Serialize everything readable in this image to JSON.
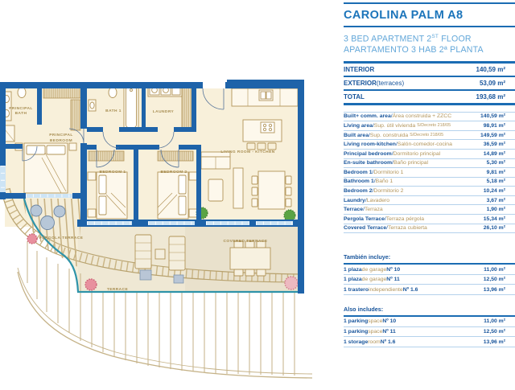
{
  "header": {
    "title": "CAROLINA PALM A8",
    "subtitle_en_pre": "3 BED APARTMENT 2",
    "subtitle_en_sup": "ST",
    "subtitle_en_post": " FLOOR",
    "subtitle_es": "APARTAMENTO 3 HAB 2ª PLANTA"
  },
  "summary": {
    "rows": [
      {
        "label": "INTERIOR",
        "suffix": "",
        "value": "140,59 m²"
      },
      {
        "label": "EXTERIOR",
        "suffix": " (terraces)",
        "value": "53,09 m²"
      },
      {
        "label": "TOTAL",
        "suffix": "",
        "value": "193,68 m²"
      }
    ]
  },
  "areas": {
    "rows": [
      {
        "en": "Built+ comm. area",
        "sep": " / ",
        "es": "Área construida + ZZCC",
        "note": "",
        "value": "140,59 m²"
      },
      {
        "en": "Living area",
        "sep": " / ",
        "es": "Sup. útil vivienda",
        "note": "S/Decreto 218/05",
        "value": "98,91 m²"
      },
      {
        "en": "Built area",
        "sep": " / ",
        "es": "Sup. construida",
        "note": "S/Decreto 218/05",
        "value": "149,59 m²"
      },
      {
        "en": "Living room-kitchen",
        "sep": " / ",
        "es": "Salón-comedor-cocina",
        "note": "",
        "value": "36,59 m²"
      },
      {
        "en": "Principal bedroom",
        "sep": " / ",
        "es": "Dormitorio principal",
        "note": "",
        "value": "14,89 m²"
      },
      {
        "en": "En-suite bathroom",
        "sep": " / ",
        "es": "Baño principal",
        "note": "",
        "value": "5,30 m²"
      },
      {
        "en": "Bedroom 1",
        "sep": " / ",
        "es": "Dormitorio 1",
        "note": "",
        "value": "9,81 m²"
      },
      {
        "en": "Bathroom 1",
        "sep": " / ",
        "es": "Baño 1",
        "note": "",
        "value": "5,18 m²"
      },
      {
        "en": "Bedroom 2",
        "sep": " / ",
        "es": "Dormitorio 2",
        "note": "",
        "value": "10,24 m²"
      },
      {
        "en": "Laundry",
        "sep": " / ",
        "es": "Lavadero",
        "note": "",
        "value": "3,67 m²"
      },
      {
        "en": "Terrace",
        "sep": " / ",
        "es": "Terraza",
        "note": "",
        "value": "1,90 m²"
      },
      {
        "en": "Pergola Terrace",
        "sep": " / ",
        "es": "Terraza pérgola",
        "note": "",
        "value": "15,34 m²"
      },
      {
        "en": "Covered Terrace",
        "sep": " / ",
        "es": "Terraza cubierta",
        "note": "",
        "value": "26,10 m²"
      }
    ]
  },
  "includes_es": {
    "heading": "También incluye:",
    "rows": [
      {
        "a": "1 plaza ",
        "b": "de garage ",
        "c": "Nº 10",
        "value": "11,00 m²"
      },
      {
        "a": "1 plaza ",
        "b": "de garage ",
        "c": "Nº 11",
        "value": "12,50 m²"
      },
      {
        "a": "1 trastero ",
        "b": "independiente ",
        "c": "Nº 1.6",
        "value": "13,96 m²"
      }
    ]
  },
  "includes_en": {
    "heading": "Also includes:",
    "rows": [
      {
        "a": "1 parking ",
        "b": "space ",
        "c": "Nº 10",
        "value": "11,00 m²"
      },
      {
        "a": "1 parking ",
        "b": "space ",
        "c": "Nº 11",
        "value": "12,50 m²"
      },
      {
        "a": "1 storage ",
        "b": "room ",
        "c": "Nº 1.6",
        "value": "13,96 m²"
      }
    ]
  },
  "plan": {
    "labels": {
      "principal_bath_1": "PRINCIPAL",
      "principal_bath_2": "BATH",
      "principal_bedroom_1": "PRINCIPAL",
      "principal_bedroom_2": "BEDROOM",
      "bath1": "BATH 1",
      "laundry": "LAUNDRY",
      "living": "LIVING ROOM - KITCHEN",
      "bedroom1": "BEDROOM 1",
      "bedroom2": "BEDROOM 2",
      "pergola": "PERGOLA TERRACE",
      "terrace": "TERRACE",
      "covered": "COVERED TERRACE"
    },
    "colors": {
      "wall": "#1e63a9",
      "glass": "#cde4f5",
      "teal": "#2e93a9",
      "floor": "#f8f0da",
      "label_gold": "#a68c50"
    }
  }
}
